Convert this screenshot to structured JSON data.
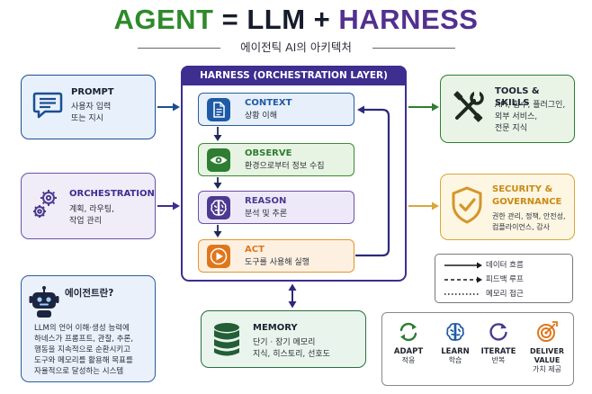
{
  "title": {
    "agent": "AGENT",
    "eq": "=",
    "llm": "LLM",
    "plus": "+",
    "harness": "HARNESS"
  },
  "subtitle": "에이전틱 AI의 아키텍처",
  "prompt": {
    "title": "PROMPT",
    "lines": [
      "사용자 입력",
      "또는 지시"
    ]
  },
  "orchestration": {
    "title": "ORCHESTRATION",
    "lines": [
      "계획, 라우팅,",
      "작업 관리"
    ]
  },
  "agent_info": {
    "title": "에이전트란?",
    "lines": [
      "LLM의 언어 이해·생성 능력에",
      "하네스가 프롬프트, 관찰, 추론,",
      "행동을 지속적으로 순환시키고",
      "도구와 메모리를 활용해 목표를",
      "자율적으로 달성하는 시스템"
    ]
  },
  "harness": {
    "header": "HARNESS (ORCHESTRATION LAYER)",
    "steps": [
      {
        "title": "CONTEXT",
        "sub": "상황 이해",
        "color": "#1f5aa6"
      },
      {
        "title": "OBSERVE",
        "sub": "환경으로부터 정보 수집",
        "color": "#2e7d32"
      },
      {
        "title": "REASON",
        "sub": "분석 및 추론",
        "color": "#4b3a8f"
      },
      {
        "title": "ACT",
        "sub": "도구를 사용해 실행",
        "color": "#e0761b"
      }
    ]
  },
  "tools": {
    "title": "TOOLS & SKILLS",
    "lines": [
      "API, 함수, 플러그인,",
      "외부 서비스,",
      "전문 지식"
    ]
  },
  "security": {
    "title_lines": [
      "SECURITY &",
      "GOVERNANCE"
    ],
    "lines": [
      "권한 관리, 정책, 안전성,",
      "컴플라이언스, 감사"
    ]
  },
  "memory": {
    "title": "MEMORY",
    "lines": [
      "단기 · 장기 메모리",
      "지식, 히스토리, 선호도"
    ]
  },
  "legend": [
    {
      "label": "데이터 흐름",
      "style": "solid"
    },
    {
      "label": "피드백 루프",
      "style": "dashed"
    },
    {
      "label": "메모리 접근",
      "style": "dotted"
    }
  ],
  "loop": [
    {
      "label": "ADAPT",
      "sub": "적응",
      "icon": "cycle-arrows-icon",
      "color": "#2e7d32"
    },
    {
      "label": "LEARN",
      "sub": "학습",
      "icon": "brain-icon",
      "color": "#1f5aa6"
    },
    {
      "label": "ITERATE",
      "sub": "반복",
      "icon": "iterate-arrows-icon",
      "color": "#4b3a8f"
    },
    {
      "label": "DELIVER VALUE",
      "sub": "가치 제공",
      "icon": "target-icon",
      "color": "#e0761b"
    }
  ],
  "colors": {
    "agent_green": "#2e8a2a",
    "harness_purple": "#3d2e90",
    "prompt_blue": "#1b4f91",
    "tools_green": "#2e7d32",
    "security_gold": "#d9a73a",
    "act_orange": "#e8932a"
  }
}
